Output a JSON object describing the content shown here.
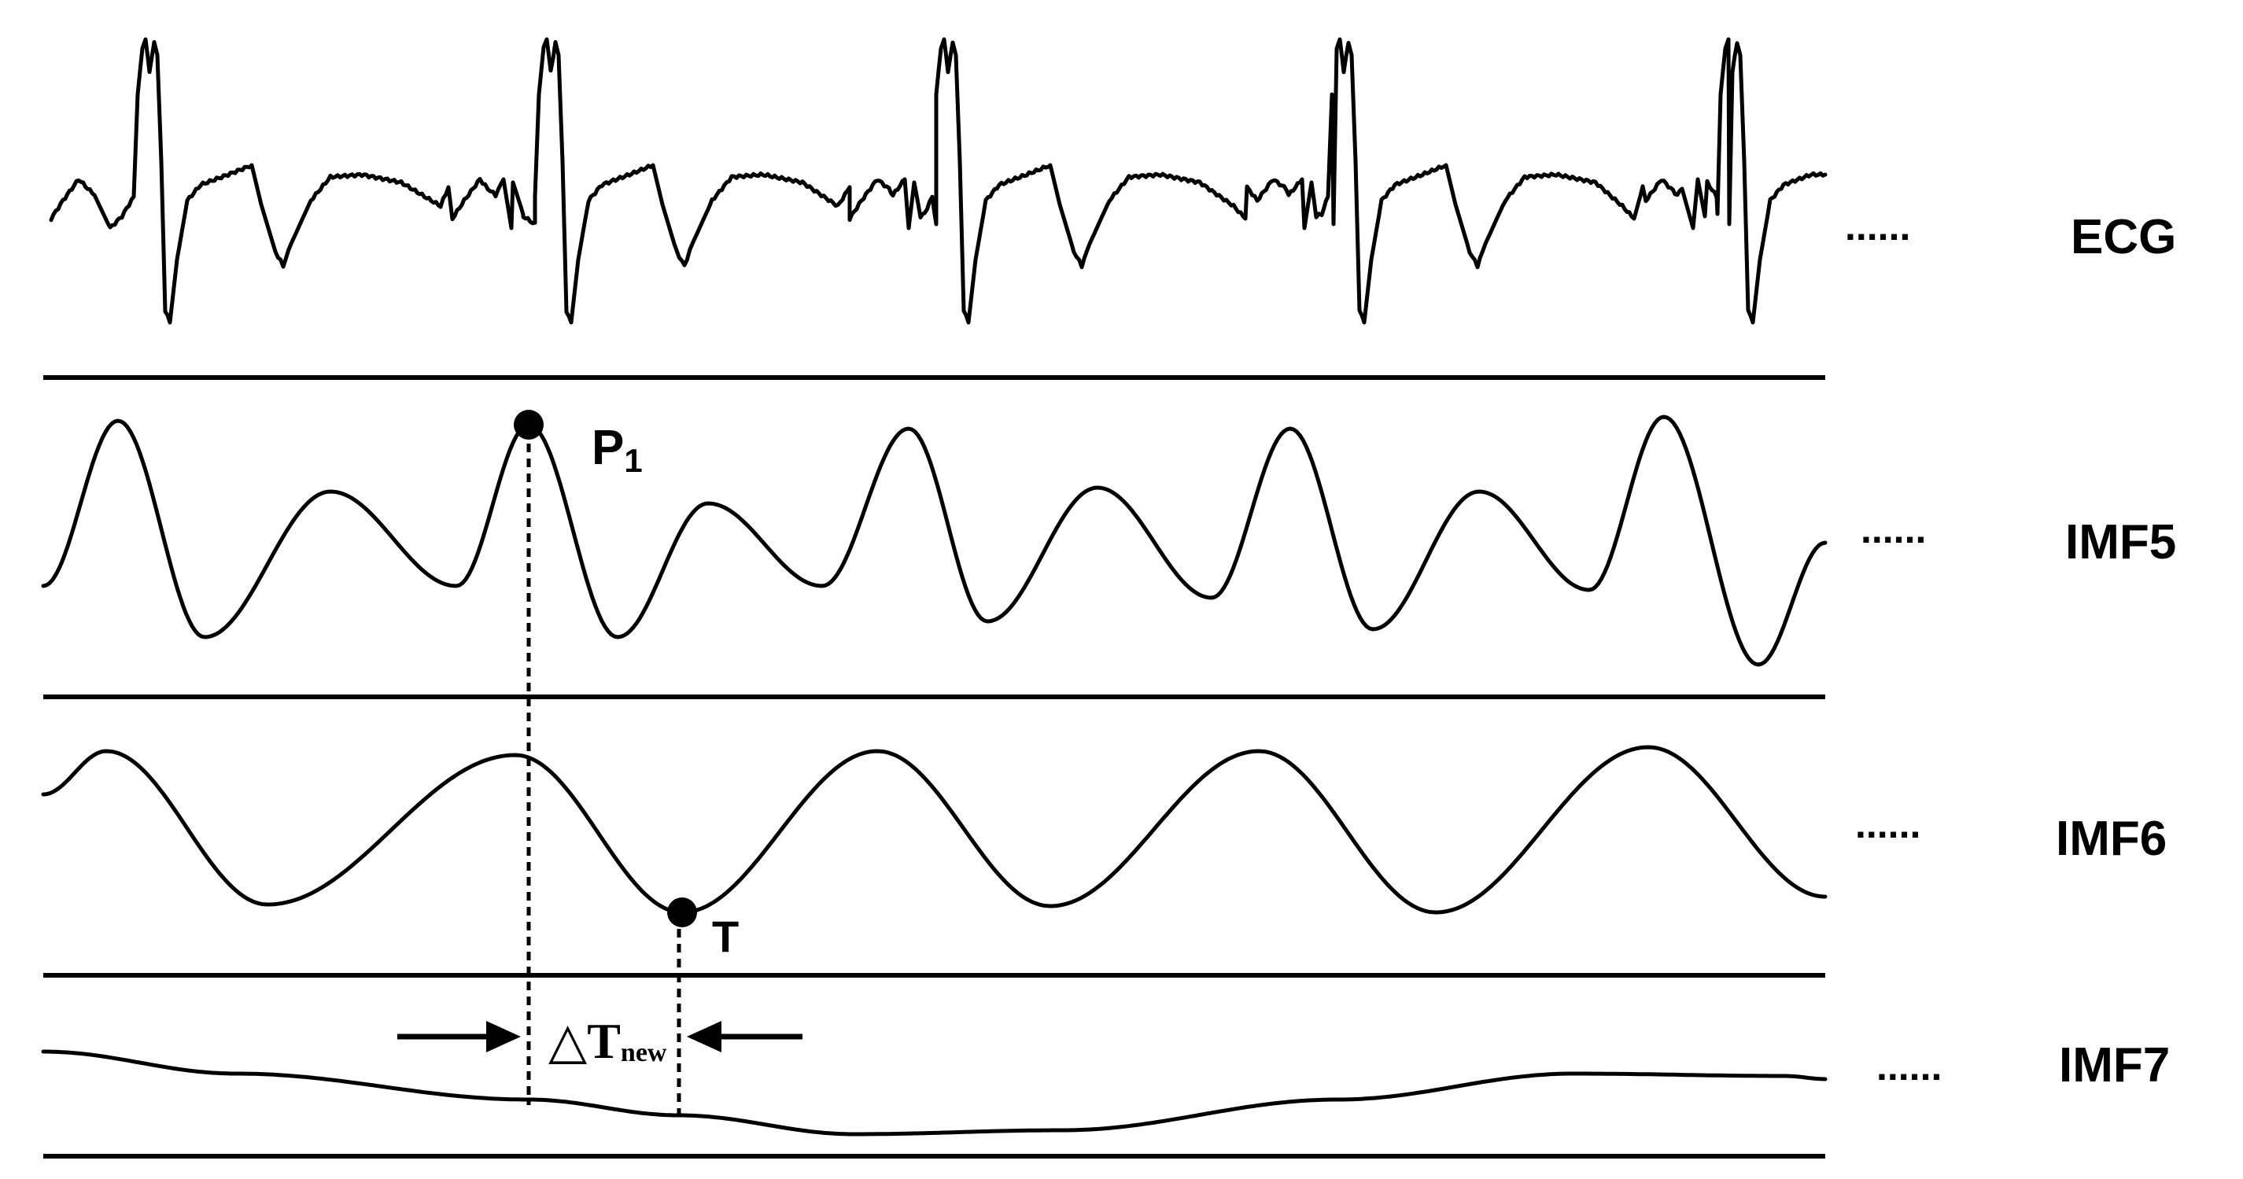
{
  "signals": [
    {
      "id": "ecg",
      "label": "ECG",
      "leader": "......"
    },
    {
      "id": "imf5",
      "label": "IMF5",
      "leader": "......"
    },
    {
      "id": "imf6",
      "label": "IMF6",
      "leader": "......"
    },
    {
      "id": "imf7",
      "label": "IMF7",
      "leader": "......"
    }
  ],
  "annotations": {
    "peak_point": {
      "letter": "P",
      "subscript": "1"
    },
    "trough_point": {
      "letter": "T"
    },
    "interval": {
      "symbol": "△",
      "letter": "T",
      "subscript": "new"
    }
  },
  "colors": {
    "stroke": "#000000",
    "background": "#ffffff"
  }
}
